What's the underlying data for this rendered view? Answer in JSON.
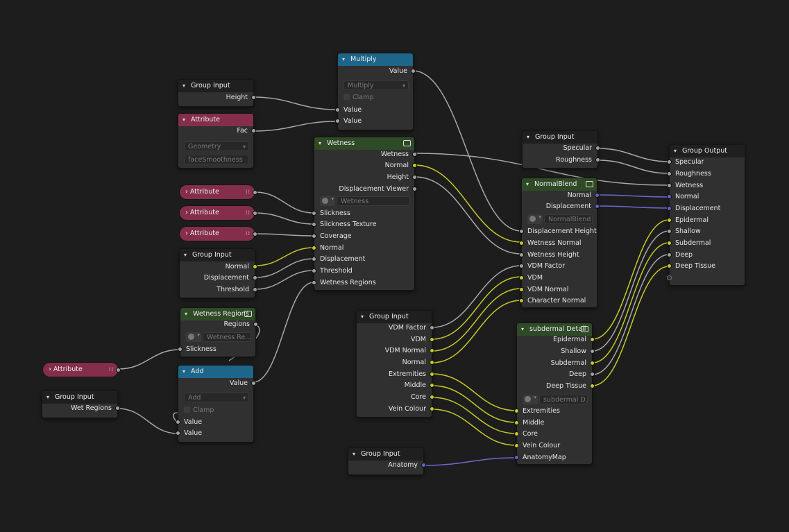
{
  "nodes": {
    "multiply": {
      "title": "Multiply",
      "out_value": "Value",
      "op": "Multiply",
      "clamp": "Clamp",
      "in_a": "Value",
      "in_b": "Value"
    },
    "gi_height": {
      "title": "Group Input",
      "out_height": "Height"
    },
    "attr_fac": {
      "title": "Attribute",
      "out_fac": "Fac",
      "domain": "Geometry",
      "name": "faceSmoothness"
    },
    "wetness": {
      "title": "Wetness",
      "out_wetness": "Wetness",
      "out_normal": "Normal",
      "out_height": "Height",
      "out_disp_viewer": "Displacement Viewer",
      "tree": "Wetness",
      "in_slickness": "Slickness",
      "in_slickness_tex": "Slickness Texture",
      "in_coverage": "Coverage",
      "in_normal": "Normal",
      "in_displacement": "Displacement",
      "in_threshold": "Threshold",
      "in_wet_regions": "Wetness Regions"
    },
    "attr_pill_1": {
      "title": "Attribute"
    },
    "attr_pill_2": {
      "title": "Attribute"
    },
    "attr_pill_3": {
      "title": "Attribute"
    },
    "attr_pill_4": {
      "title": "Attribute"
    },
    "gi_ndt": {
      "title": "Group Input",
      "out_normal": "Normal",
      "out_displacement": "Displacement",
      "out_threshold": "Threshold"
    },
    "wetness_regions": {
      "title": "Wetness Regions",
      "out_regions": "Regions",
      "tree": "Wetness Re...",
      "in_slickness": "Slickness"
    },
    "add": {
      "title": "Add",
      "out_value": "Value",
      "op": "Add",
      "clamp": "Clamp",
      "in_a": "Value",
      "in_b": "Value"
    },
    "gi_wet": {
      "title": "Group Input",
      "out_wet_regions": "Wet Regions"
    },
    "gi_spec": {
      "title": "Group Input",
      "out_specular": "Specular",
      "out_roughness": "Roughness"
    },
    "normal_blend": {
      "title": "NormalBlend",
      "out_normal": "Normal",
      "out_displacement": "Displacement",
      "tree": "NormalBlend",
      "in_disp_height": "Displacement Height",
      "in_wet_normal": "Wetness Normal",
      "in_wet_height": "Wetness Height",
      "in_vdm_factor": "VDM Factor",
      "in_vdm": "VDM",
      "in_vdm_normal": "VDM Normal",
      "in_char_normal": "Character Normal"
    },
    "group_output": {
      "title": "Group Output",
      "in_specular": "Specular",
      "in_roughness": "Roughness",
      "in_wetness": "Wetness",
      "in_normal": "Normal",
      "in_displacement": "Displacement",
      "in_epidermal": "Epidermal",
      "in_shallow": "Shallow",
      "in_subdermal": "Subdermal",
      "in_deep": "Deep",
      "in_deep_tissue": "Deep Tissue"
    },
    "gi_vdm": {
      "title": "Group Input",
      "out_vdm_factor": "VDM Factor",
      "out_vdm": "VDM",
      "out_vdm_normal": "VDM Normal",
      "out_normal": "Normal",
      "out_extremities": "Extremities",
      "out_middle": "Middle",
      "out_core": "Core",
      "out_vein": "Vein Colour"
    },
    "subdermal": {
      "title": "subdermal Detail",
      "out_epidermal": "Epidermal",
      "out_shallow": "Shallow",
      "out_subdermal": "Subdermal",
      "out_deep": "Deep",
      "out_deep_tissue": "Deep Tissue",
      "tree": "subdermal D...",
      "in_extremities": "Extremities",
      "in_middle": "Middle",
      "in_core": "Core",
      "in_vein": "Vein Colour",
      "in_anatomy": "AnatomyMap"
    },
    "gi_anatomy": {
      "title": "Group Input",
      "out_anatomy": "Anatomy"
    }
  },
  "socket_colors": {
    "float": "#a1a1a1",
    "vector": "#c7c729",
    "shader": "#6363c7"
  }
}
